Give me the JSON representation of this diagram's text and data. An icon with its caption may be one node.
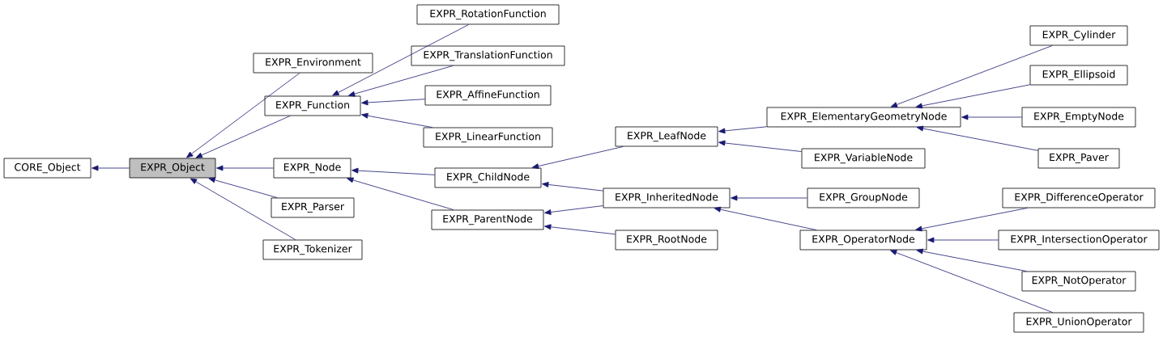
{
  "diagram": {
    "nodes": [
      {
        "text": [
          "CORE_Object"
        ]
      },
      {
        "text": [
          "EXPR_Object"
        ]
      },
      {
        "text": [
          "EXPR_Environment"
        ]
      },
      {
        "text": [
          "EXPR_Function"
        ]
      },
      {
        "text": [
          "EXPR_Node"
        ]
      },
      {
        "text": [
          "EXPR_Parser"
        ]
      },
      {
        "text": [
          "EXPR_Tokenizer"
        ]
      },
      {
        "text": [
          "EXPR_RotationFunction"
        ]
      },
      {
        "text": [
          "EXPR_TranslationFunction"
        ]
      },
      {
        "text": [
          "EXPR_AffineFunction"
        ]
      },
      {
        "text": [
          "EXPR_LinearFunction"
        ]
      },
      {
        "text": [
          "EXPR_ChildNode"
        ]
      },
      {
        "text": [
          "EXPR_ParentNode"
        ]
      },
      {
        "text": [
          "EXPR_LeafNode"
        ]
      },
      {
        "text": [
          "EXPR_InheritedNode"
        ]
      },
      {
        "text": [
          "EXPR_RootNode"
        ]
      },
      {
        "text": [
          "EXPR_ElementaryGeometryNode"
        ]
      },
      {
        "text": [
          "EXPR_VariableNode"
        ]
      },
      {
        "text": [
          "EXPR_GroupNode"
        ]
      },
      {
        "text": [
          "EXPR_OperatorNode"
        ]
      },
      {
        "text": [
          "EXPR_Cylinder"
        ]
      },
      {
        "text": [
          "EXPR_Ellipsoid"
        ]
      },
      {
        "text": [
          "EXPR_EmptyNode"
        ]
      },
      {
        "text": [
          "EXPR_Paver"
        ]
      },
      {
        "text": [
          "EXPR_DifferenceOperator"
        ]
      },
      {
        "text": [
          "EXPR_IntersectionOperator"
        ]
      },
      {
        "text": [
          "EXPR_NotOperator"
        ]
      },
      {
        "text": [
          "EXPR_UnionOperator"
        ]
      }
    ],
    "edges": [
      {
        "from": 1,
        "to": 0,
        "arrow": "to"
      },
      {
        "from": 2,
        "to": 1,
        "arrow": "to"
      },
      {
        "from": 3,
        "to": 1,
        "arrow": "to"
      },
      {
        "from": 4,
        "to": 1,
        "arrow": "to"
      },
      {
        "from": 5,
        "to": 1,
        "arrow": "to"
      },
      {
        "from": 6,
        "to": 1,
        "arrow": "to"
      },
      {
        "from": 7,
        "to": 3,
        "arrow": "to"
      },
      {
        "from": 8,
        "to": 3,
        "arrow": "to"
      },
      {
        "from": 9,
        "to": 3,
        "arrow": "to"
      },
      {
        "from": 10,
        "to": 3,
        "arrow": "to"
      },
      {
        "from": 11,
        "to": 4,
        "arrow": "to"
      },
      {
        "from": 12,
        "to": 4,
        "arrow": "to"
      },
      {
        "from": 13,
        "to": 11,
        "arrow": "to"
      },
      {
        "from": 14,
        "to": 11,
        "arrow": "to"
      },
      {
        "from": 14,
        "to": 12,
        "arrow": "to"
      },
      {
        "from": 15,
        "to": 12,
        "arrow": "to"
      },
      {
        "from": 16,
        "to": 13,
        "arrow": "to"
      },
      {
        "from": 17,
        "to": 13,
        "arrow": "to"
      },
      {
        "from": 18,
        "to": 14,
        "arrow": "to"
      },
      {
        "from": 19,
        "to": 14,
        "arrow": "to"
      },
      {
        "from": 20,
        "to": 16,
        "arrow": "to"
      },
      {
        "from": 21,
        "to": 16,
        "arrow": "to"
      },
      {
        "from": 22,
        "to": 16,
        "arrow": "to"
      },
      {
        "from": 23,
        "to": 16,
        "arrow": "to"
      },
      {
        "from": 24,
        "to": 19,
        "arrow": "to"
      },
      {
        "from": 25,
        "to": 19,
        "arrow": "to"
      },
      {
        "from": 26,
        "to": 19,
        "arrow": "to"
      },
      {
        "from": 27,
        "to": 19,
        "arrow": "to"
      }
    ]
  }
}
